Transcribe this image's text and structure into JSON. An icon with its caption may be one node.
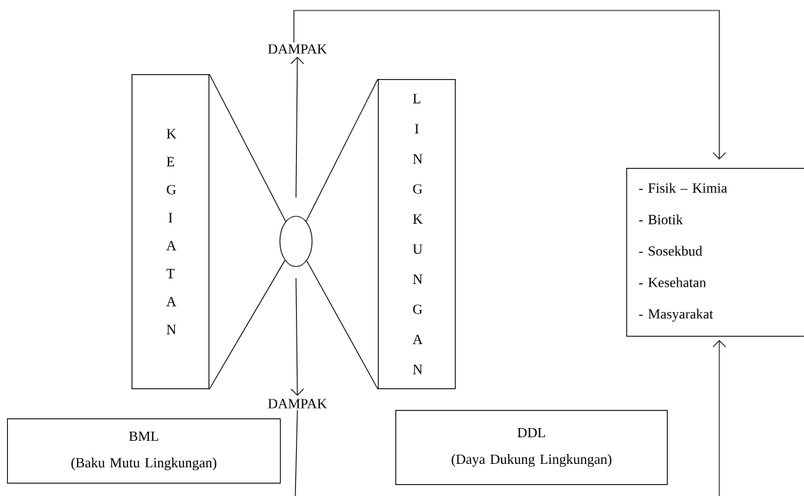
{
  "diagram": {
    "nodes": [
      {
        "text": [
          "K E G I A T A N"
        ]
      },
      {
        "text": [
          "L I N G K U N G A N"
        ]
      },
      {
        "text": [],
        "shape": "ellipse"
      },
      {
        "text": [
          "DAMPAK"
        ]
      },
      {
        "text": [
          "DAMPAK"
        ]
      },
      {
        "text": [
          "- Fisik – Kimia",
          "- Biotik",
          "- Sosekbud",
          "- Kesehatan",
          "- Masyarakat"
        ]
      },
      {
        "text": [
          "BML",
          "(Baku Mutu Lingkungan)"
        ]
      },
      {
        "text": [
          "DDL",
          "(Daya Dukung Lingkungan)"
        ]
      }
    ],
    "edges": [
      {
        "from": 0,
        "to": 2,
        "arrow": "none"
      },
      {
        "from": 0,
        "to": 2,
        "arrow": "none"
      },
      {
        "from": 1,
        "to": 2,
        "arrow": "none"
      },
      {
        "from": 1,
        "to": 2,
        "arrow": "none"
      },
      {
        "from": 2,
        "to": 3,
        "arrow": "to"
      },
      {
        "from": 2,
        "to": 4,
        "arrow": "to"
      },
      {
        "from": 3,
        "to": 5,
        "arrow": "to"
      },
      {
        "from": 4,
        "to": null,
        "arrow": "none"
      },
      {
        "from": null,
        "to": 5,
        "arrow": "to"
      }
    ]
  }
}
